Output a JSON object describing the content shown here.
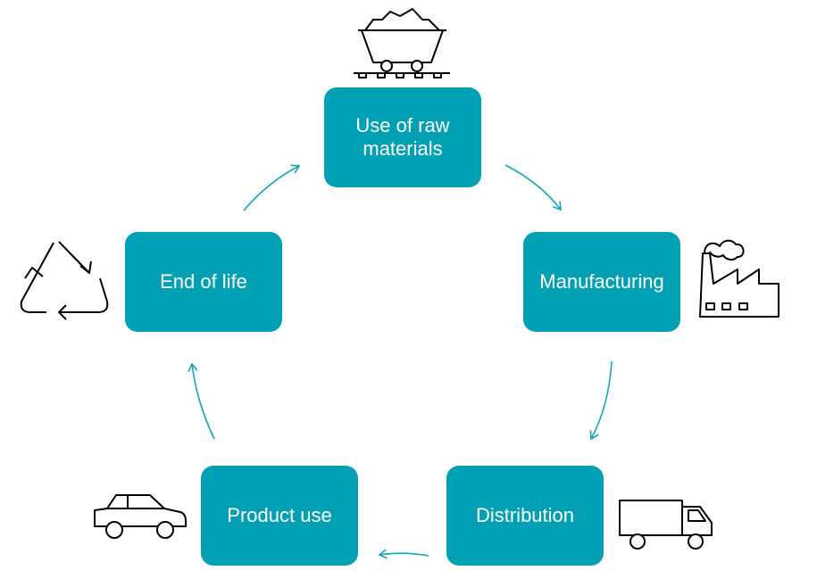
{
  "colors": {
    "box": "#00a0b4",
    "arrow": "#19a3b5",
    "icon": "#000000"
  },
  "stages": [
    {
      "label": "Use of raw materials",
      "icon": "mine-cart-icon"
    },
    {
      "label": "Manufacturing",
      "icon": "factory-icon"
    },
    {
      "label": "Distribution",
      "icon": "truck-icon"
    },
    {
      "label": "Product use",
      "icon": "car-icon"
    },
    {
      "label": "End of life",
      "icon": "recycle-icon"
    }
  ]
}
